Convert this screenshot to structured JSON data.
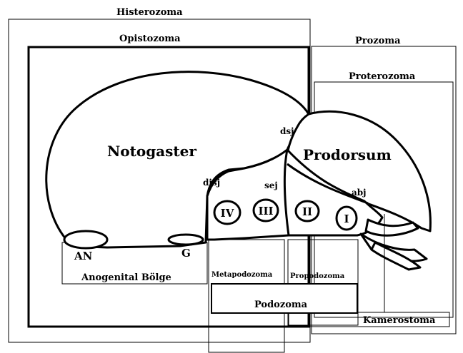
{
  "regions": {
    "histerozoma": "Histerozoma",
    "opistozoma": "Opistozoma",
    "prozoma": "Prozoma",
    "proterozoma": "Proterozoma",
    "anogenital": "Anogenital Bölge",
    "metapodozoma": "Metapodozoma",
    "propodozoma": "Propodozoma",
    "podozoma": "Podozoma",
    "kamerostoma": "Kamerostoma"
  },
  "body_parts": {
    "notogaster": "Notogaster",
    "prodorsum": "Prodorsum",
    "anus": "AN",
    "genital": "G"
  },
  "sutures": {
    "dsj": "dsj",
    "disj": "disj",
    "sej": "sej",
    "abj": "abj"
  },
  "legs": [
    "IV",
    "III",
    "II",
    "I"
  ]
}
